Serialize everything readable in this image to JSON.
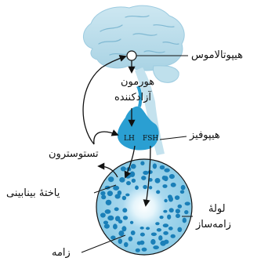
{
  "labels": {
    "hypothalamus": "هیپوتالاموس",
    "releasing_hormone_line1": "هورمون",
    "releasing_hormone_line2": "آزادکننده",
    "pituitary": "هیپوفیز",
    "testosterone": "تستوسترون",
    "interstitial_cell": "یاختهٔ بینابینی",
    "seminiferous_tubule_line1": "لولهٔ",
    "seminiferous_tubule_line2": "زامه‌ساز",
    "sperm": "زامه"
  },
  "hormones": {
    "lh": "LH",
    "fsh": "FSH"
  },
  "colors": {
    "brain": "#b8dbe8",
    "brain_fold": "#8fc3d8",
    "pituitary": "#2a9fd2",
    "tubule_fill": "#a8d8ee",
    "tubule_center": "#ffffff",
    "cell_dot": "#1a7fb8",
    "arrow": "#111111"
  },
  "icons": {
    "arrowhead": "arrowhead-icon",
    "target_circle": "hypothalamus-marker-icon"
  }
}
